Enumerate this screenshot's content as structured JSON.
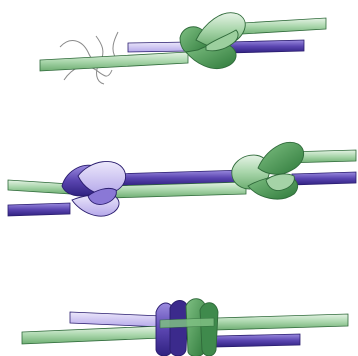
{
  "diagram": {
    "kind": "knot-tying-steps",
    "step_count": 3,
    "steps": [
      {
        "id": "step-1",
        "stage": "loose-knot-with-untwisting-fibres"
      },
      {
        "id": "step-2",
        "stage": "two-opposing-knots-slid-apart"
      },
      {
        "id": "step-3",
        "stage": "knots-drawn-together-tight"
      }
    ],
    "colors": {
      "green_light": "#c8e4c8",
      "green_mid": "#8cc48e",
      "green_dark": "#3f8a4c",
      "green_outline": "#2f6a3a",
      "purple_light": "#c9bff0",
      "purple_mid": "#8670cf",
      "purple_dark": "#3b2a8c",
      "purple_outline": "#2a1d6e",
      "fibre_line": "#8a8a8a"
    }
  }
}
